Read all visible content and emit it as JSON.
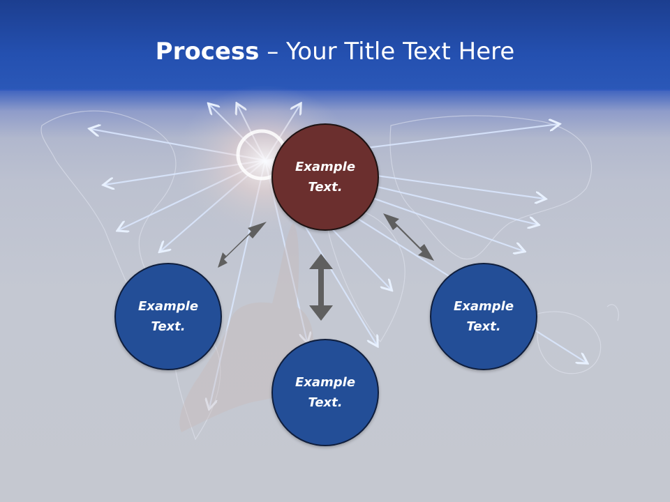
{
  "title": {
    "bold": "Process",
    "separator": " – ",
    "light": "Your Title Text Here"
  },
  "nodes": [
    {
      "line1": "Example",
      "line2": "Text."
    },
    {
      "line1": "Example",
      "line2": "Text."
    },
    {
      "line1": "Example",
      "line2": "Text."
    },
    {
      "line1": "Example",
      "line2": "Text."
    }
  ],
  "colors": {
    "header": "#2450b0",
    "node_blue": "#234e97",
    "node_red": "#6b2f2e",
    "arrow": "#5f5f5f"
  }
}
